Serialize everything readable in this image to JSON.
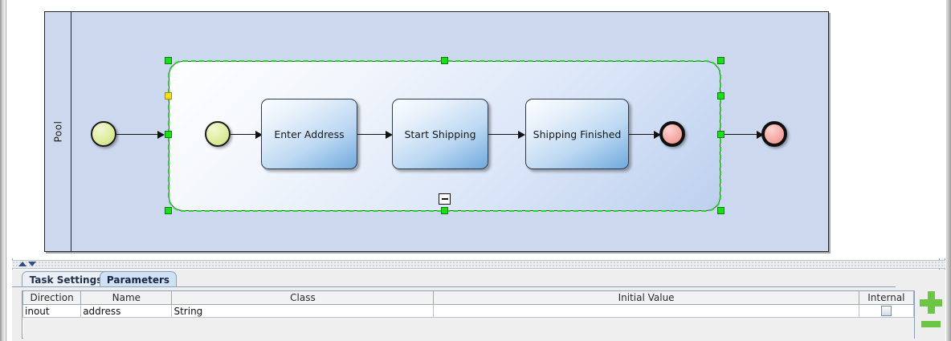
{
  "diagram": {
    "pool_label": "Pool",
    "subprocess": {
      "collapse_marker": "minus-icon",
      "selected": true
    },
    "nodes": [
      {
        "id": "start-outer",
        "type": "start-event",
        "label": ""
      },
      {
        "id": "task-enter-address",
        "type": "task",
        "label": "Enter Address"
      },
      {
        "id": "task-start-shipping",
        "type": "task",
        "label": "Start Shipping"
      },
      {
        "id": "task-shipping-finished",
        "type": "task",
        "label": "Shipping Finished"
      },
      {
        "id": "start-inner",
        "type": "start-event",
        "label": ""
      },
      {
        "id": "end-inner",
        "type": "end-event",
        "label": ""
      },
      {
        "id": "end-outer",
        "type": "end-event",
        "label": ""
      }
    ]
  },
  "bottom_panel": {
    "tabs": [
      {
        "label": "Task Settings",
        "active": false
      },
      {
        "label": "Parameters",
        "active": true
      }
    ],
    "table": {
      "columns": [
        "Direction",
        "Name",
        "Class",
        "Initial Value",
        "Internal"
      ],
      "rows": [
        {
          "direction": "inout",
          "name": "address",
          "class": "String",
          "initial_value": "",
          "internal_checked": false
        }
      ]
    },
    "buttons": {
      "add": "plus-icon",
      "remove": "minus-icon"
    }
  },
  "splitter": {
    "collapse_up": "triangle-up-icon",
    "collapse_down": "triangle-down-icon"
  },
  "colors": {
    "pool_fill": "#ccd8ee",
    "selection_green": "#17e017",
    "selection_yellow": "#f4e01c",
    "task_accent": "#6fa9dd",
    "button_green": "#6cc644",
    "tab_active": "#cfe2f5"
  }
}
